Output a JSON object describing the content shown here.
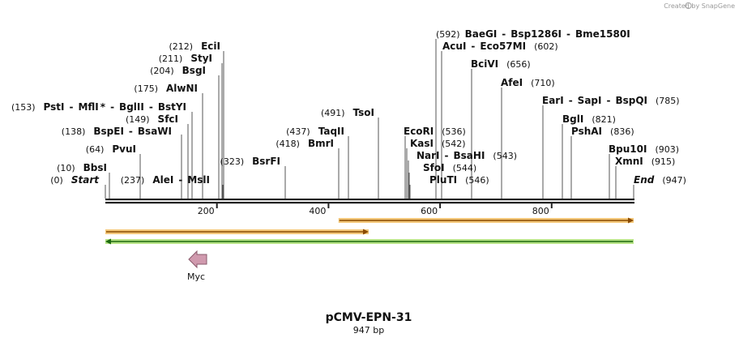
{
  "credit": "Created by SnapGene",
  "title": "pCMV-EPN-31",
  "subtitle": "947 bp",
  "sequence_length": 947,
  "ticks": [
    "200",
    "400",
    "600",
    "800"
  ],
  "labels": [
    {
      "parts": [
        "(592)",
        "BaeGI",
        "-",
        "Bsp1286I",
        "-",
        "Bme1580I"
      ],
      "site": 592,
      "pos_first": false
    },
    {
      "parts": [
        "AcuI",
        "-",
        "Eco57MI",
        "(602)"
      ],
      "site": 602,
      "pos_first": false
    },
    {
      "parts": [
        "BciVI",
        "(656)"
      ],
      "site": 656,
      "pos_first": false
    },
    {
      "parts": [
        "AfeI",
        "(710)"
      ],
      "site": 710,
      "pos_first": false
    },
    {
      "parts": [
        "EarI",
        "-",
        "SapI",
        "-",
        "BspQI",
        "(785)"
      ],
      "site": 785,
      "pos_first": false
    },
    {
      "parts": [
        "BglI",
        "(821)"
      ],
      "site": 821,
      "pos_first": false
    },
    {
      "parts": [
        "PshAI",
        "(836)"
      ],
      "site": 836,
      "pos_first": false
    },
    {
      "parts": [
        "Bpu10I",
        "(903)"
      ],
      "site": 903,
      "pos_first": false
    },
    {
      "parts": [
        "XmnI",
        "(915)"
      ],
      "site": 915,
      "pos_first": false
    },
    {
      "parts": [
        "End",
        "(947)"
      ],
      "site": 947,
      "pos_first": false
    },
    {
      "parts": [
        "(212)",
        "EciI"
      ],
      "site": 212,
      "pos_first": true
    },
    {
      "parts": [
        "(211)",
        "StyI"
      ],
      "site": 211,
      "pos_first": true
    },
    {
      "parts": [
        "(204)",
        "BsgI"
      ],
      "site": 204,
      "pos_first": true
    },
    {
      "parts": [
        "(175)",
        "AlwNI"
      ],
      "site": 175,
      "pos_first": true
    },
    {
      "parts": [
        "(153)",
        "PstI",
        "-",
        "MflI",
        "*",
        "-",
        "BglII",
        "-",
        "BstYI"
      ],
      "site": 153,
      "pos_first": true
    },
    {
      "parts": [
        "(149)",
        "SfcI"
      ],
      "site": 149,
      "pos_first": true
    },
    {
      "parts": [
        "(138)",
        "BspEI",
        "-",
        "BsaWI"
      ],
      "site": 138,
      "pos_first": true
    },
    {
      "parts": [
        "(64)",
        "PvuI"
      ],
      "site": 64,
      "pos_first": true
    },
    {
      "parts": [
        "(10)",
        "BbsI"
      ],
      "site": 10,
      "pos_first": true
    },
    {
      "parts": [
        "(0)",
        "Start"
      ],
      "site": 0,
      "pos_first": true
    },
    {
      "parts": [
        "(237)",
        "AleI",
        "-",
        "MslI"
      ],
      "site": 237,
      "pos_first": true
    },
    {
      "parts": [
        "(323)",
        "BsrFI"
      ],
      "site": 323,
      "pos_first": true
    },
    {
      "parts": [
        "(491)",
        "TsoI"
      ],
      "site": 491,
      "pos_first": true
    },
    {
      "parts": [
        "(437)",
        "TaqII"
      ],
      "site": 437,
      "pos_first": true
    },
    {
      "parts": [
        "(418)",
        "BmrI"
      ],
      "site": 418,
      "pos_first": true
    },
    {
      "parts": [
        "EcoRI",
        "(536)"
      ],
      "site": 536,
      "pos_first": false
    },
    {
      "parts": [
        "KasI",
        "(542)"
      ],
      "site": 542,
      "pos_first": false
    },
    {
      "parts": [
        "NarI",
        "-",
        "BsaHI",
        "(543)"
      ],
      "site": 543,
      "pos_first": false
    },
    {
      "parts": [
        "SfoI",
        "(544)"
      ],
      "site": 544,
      "pos_first": false
    },
    {
      "parts": [
        "PluTI",
        "(546)"
      ],
      "site": 546,
      "pos_first": false
    }
  ],
  "features": [
    {
      "name": "",
      "start": 418,
      "end": 947,
      "direction": "forward",
      "fill": "#e8a33d",
      "stroke": "#f4c87a"
    },
    {
      "name": "",
      "start": 0,
      "end": 472,
      "direction": "forward",
      "fill": "#e8a33d",
      "stroke": "#f4c87a"
    },
    {
      "name": "",
      "start": 0,
      "end": 947,
      "direction": "reverse",
      "fill": "#58b62c",
      "stroke": "#b8e487"
    },
    {
      "name": "Myc",
      "start": 150,
      "end": 180,
      "direction": "reverse",
      "fill": "#d09aae",
      "stroke": "#8a5a6c"
    }
  ]
}
